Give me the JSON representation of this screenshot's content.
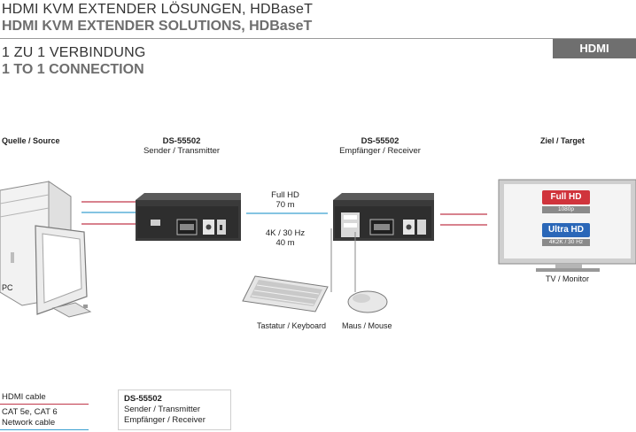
{
  "header": {
    "title_de": "HDMI KVM EXTENDER LÖSUNGEN, HDBaseT",
    "title_en": "HDMI KVM EXTENDER SOLUTIONS, HDBaseT",
    "subtitle_de": "1 ZU 1 VERBINDUNG",
    "subtitle_en": "1 TO 1 CONNECTION",
    "badge": "HDMI"
  },
  "source": {
    "heading": "Quelle / Source",
    "pc_label": "PC"
  },
  "sender": {
    "model": "DS-55502",
    "role": "Sender / Transmitter"
  },
  "receiver": {
    "model": "DS-55502",
    "role": "Empfänger / Receiver"
  },
  "target": {
    "heading": "Ziel / Target",
    "tv_label": "TV / Monitor",
    "full_hd_tag": "Full HD",
    "full_hd_sub": "1080p",
    "ultra_hd_tag": "Ultra HD",
    "ultra_hd_sub": "4K2K / 30 Hz"
  },
  "link": {
    "line1": "Full HD",
    "line2": "70 m",
    "line3": "4K / 30 Hz",
    "line4": "40 m"
  },
  "peripherals": {
    "keyboard": "Tastatur / Keyboard",
    "mouse": "Maus / Mouse"
  },
  "legend": {
    "hdmi_cable": "HDMI cable",
    "network_line1": "CAT 5e, CAT 6",
    "network_line2": "Network cable",
    "box_model": "DS-55502",
    "box_line1": "Sender / Transmitter",
    "box_line2": "Empfänger / Receiver"
  },
  "colors": {
    "hdmi_cable": "#c0384a",
    "network_cable": "#3aa0d0",
    "badge_bg": "#6f6f6f",
    "full_hd_tag": "#d0343c",
    "ultra_hd_tag": "#2a67b8"
  }
}
